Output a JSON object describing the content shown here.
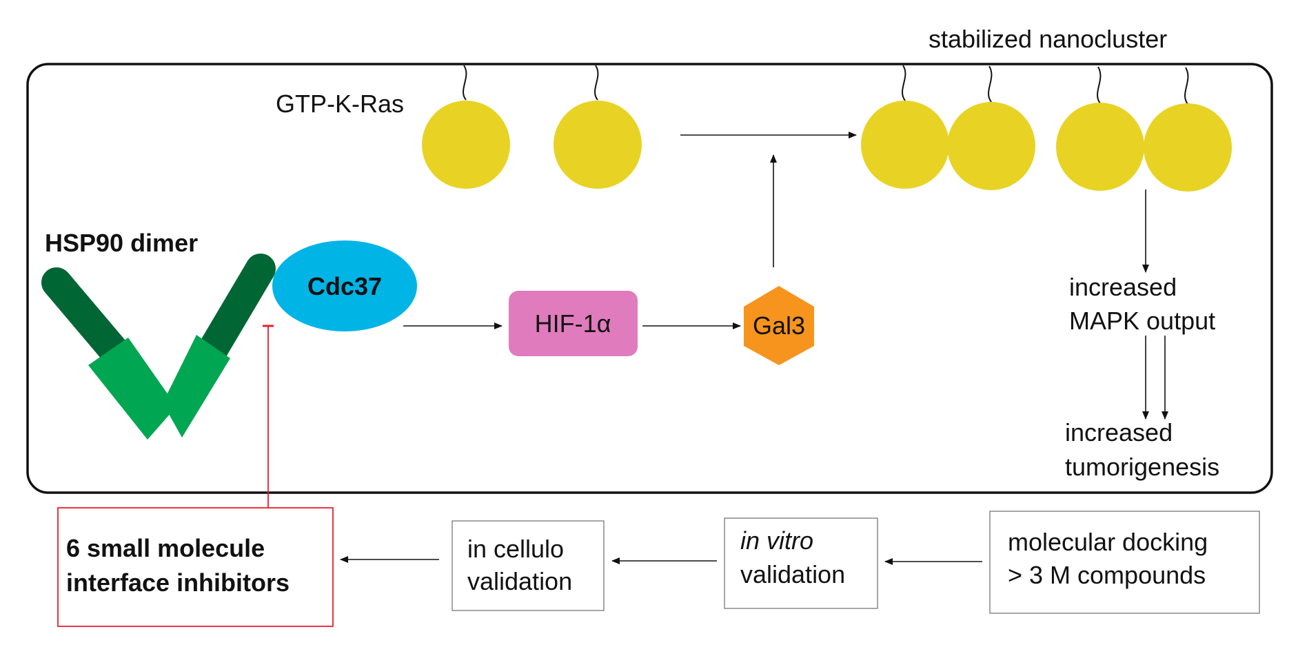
{
  "labels": {
    "stabilized_nanocluster": "stabilized nanocluster",
    "gtp_k_ras": "GTP-K-Ras",
    "hsp90_dimer": "HSP90 dimer",
    "cdc37": "Cdc37",
    "hif1a": "HIF-1α",
    "gal3": "Gal3",
    "increased_mapk_1": "increased",
    "increased_mapk_2": "MAPK output",
    "increased_tumor_1": "increased",
    "increased_tumor_2": "tumorigenesis"
  },
  "pipeline": {
    "inhibitors_line1": "6 small molecule",
    "inhibitors_line2": "interface inhibitors",
    "in_cellulo_line1": "in cellulo",
    "in_cellulo_line2": "validation",
    "in_vitro_line1": "in vitro",
    "in_vitro_line2": "validation",
    "docking_line1": "molecular docking",
    "docking_line2": "> 3 M compounds"
  },
  "colors": {
    "ras_yellow": "#e8d324",
    "hsp90_dark": "#006633",
    "hsp90_light": "#00a651",
    "cdc37_blue": "#00b4e6",
    "hif_pink": "#e07bbd",
    "gal3_orange": "#f7941d",
    "inhibit_red": "#e8202a"
  }
}
